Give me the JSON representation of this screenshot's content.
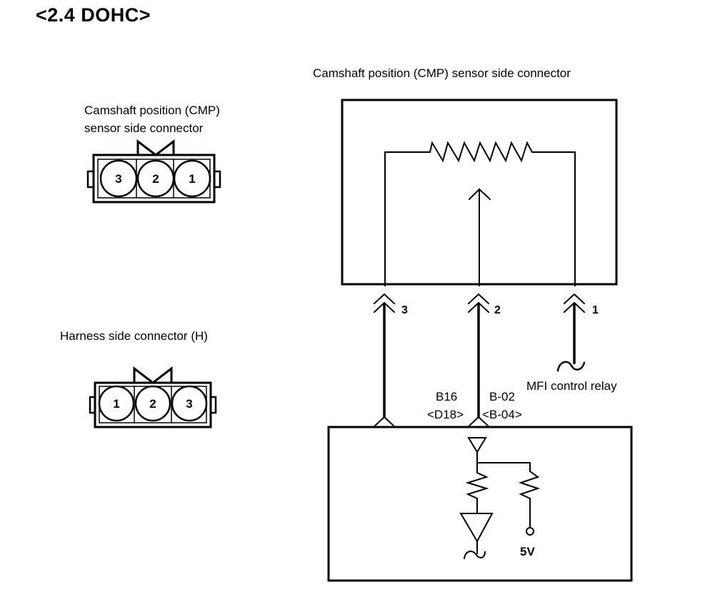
{
  "page": {
    "title": "<2.4 DOHC>"
  },
  "left_panel": {
    "sensor_connector": {
      "label_line1": "Camshaft  position (CMP)",
      "label_line2": "sensor side connector",
      "pins": [
        "3",
        "2",
        "1"
      ]
    },
    "harness_connector": {
      "label": "Harness side connector (H)",
      "pins": [
        "1",
        "2",
        "3"
      ]
    }
  },
  "circuit": {
    "sensor_box_label": "Camshaft position (CMP) sensor side connector",
    "pin_labels": [
      "3",
      "2",
      "1"
    ],
    "relay_label": "MFI control relay",
    "ecm_terminal_left_line1": "B16",
    "ecm_terminal_left_line2": "<D18>",
    "ecm_terminal_right_line1": "B-02",
    "ecm_terminal_right_line2": "<B-04>",
    "voltage_label": "5V"
  }
}
